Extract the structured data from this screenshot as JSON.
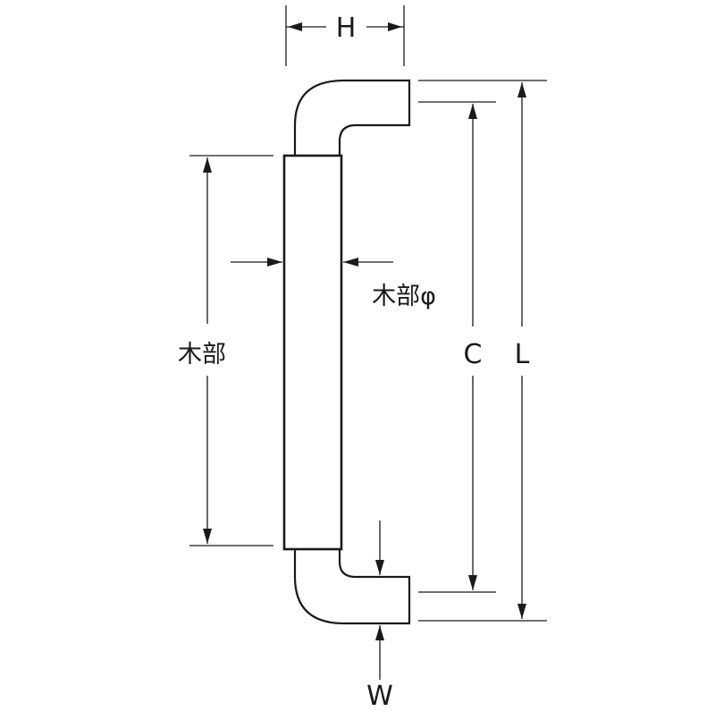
{
  "diagram": {
    "labels": {
      "H": "H",
      "C": "C",
      "L": "L",
      "W": "W",
      "wood_length": "木部",
      "wood_diameter": "木部φ"
    }
  }
}
